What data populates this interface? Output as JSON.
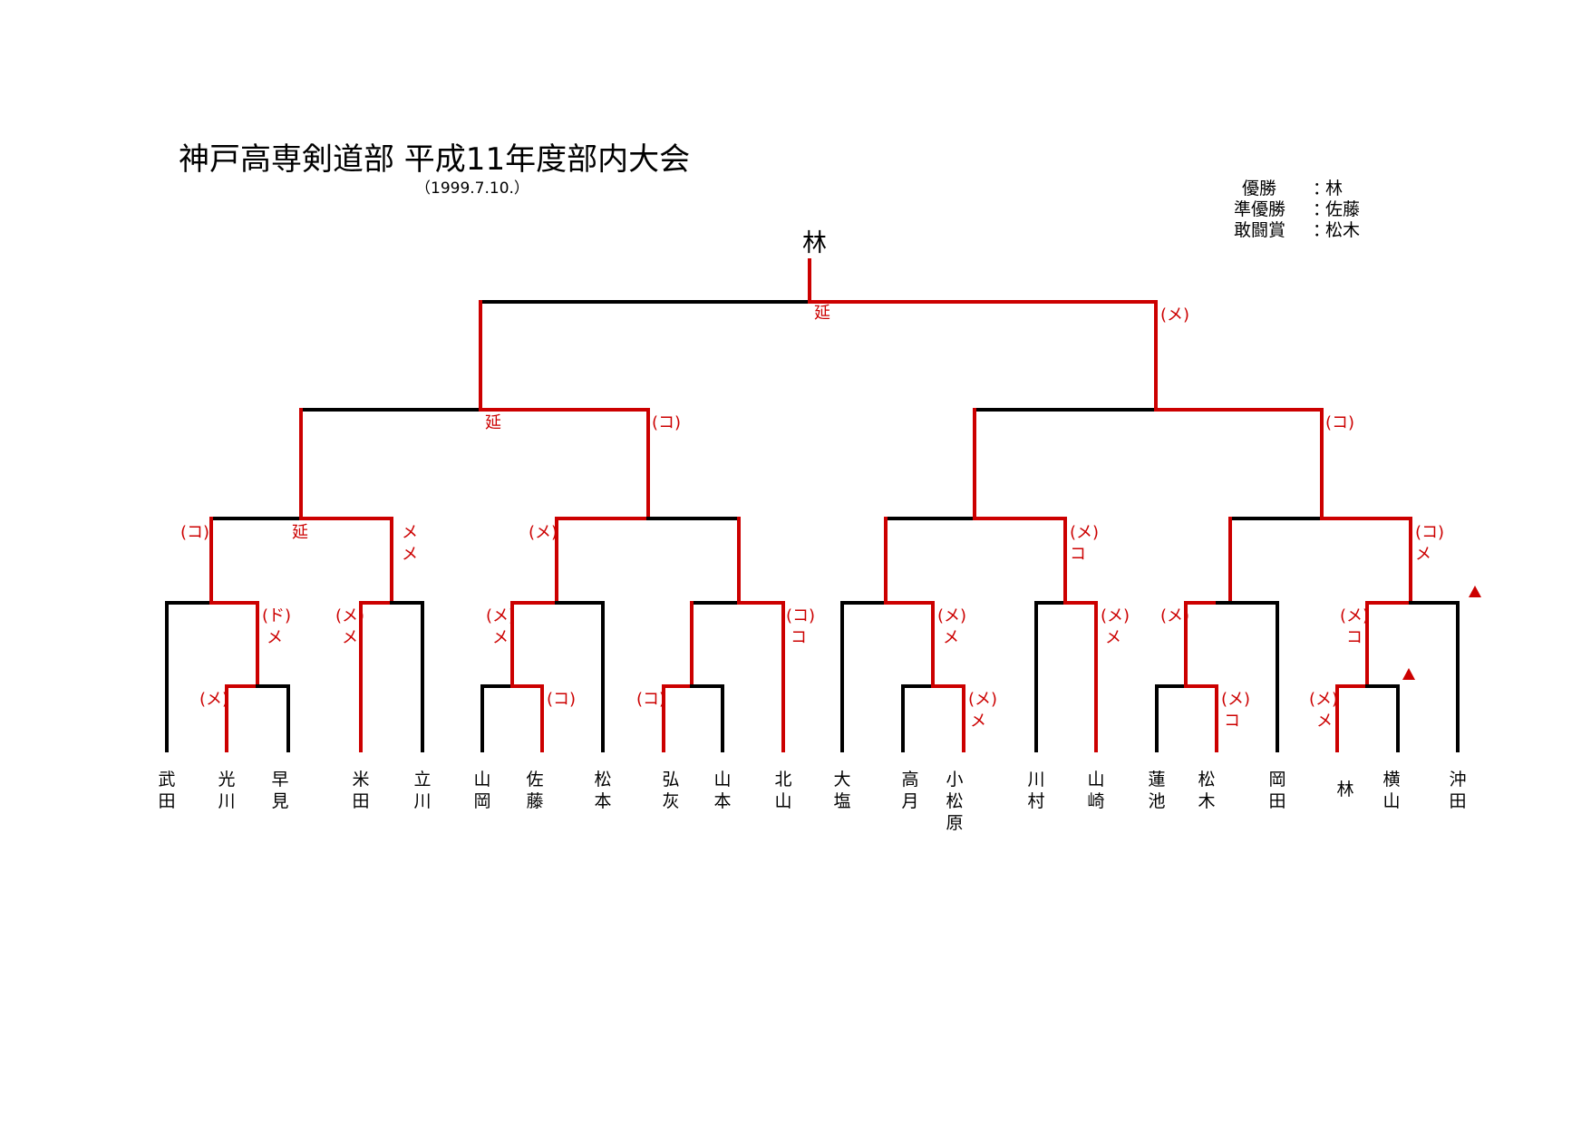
{
  "header": {
    "title": "神戸高専剣道部 平成11年度部内大会",
    "date": "（1999.7.10.）"
  },
  "awards": [
    {
      "label": "優勝",
      "sep": "：",
      "name": "林"
    },
    {
      "label": "準優勝",
      "sep": "：",
      "name": "佐藤"
    },
    {
      "label": "敢闘賞",
      "sep": "：",
      "name": "松木"
    }
  ],
  "champion": "林",
  "players": [
    "武田",
    "光川",
    "早見",
    "米田",
    "立川",
    "山岡",
    "佐藤",
    "松本",
    "弘灰",
    "山本",
    "北山",
    "大塩",
    "高月",
    "小松原",
    "川村",
    "山崎",
    "蓮池",
    "松木",
    "岡田",
    "林",
    "横山",
    "沖田"
  ],
  "scores": {
    "final": "延",
    "final_r": "(メ)",
    "sf1": "延",
    "sf1_r": "(コ)",
    "qf1_l": "(コ)",
    "qf1_c": "延",
    "qf1_r": "メ",
    "qf1_r2": "メ",
    "qf2_l": "(メ)",
    "qf3_r": "(メ)",
    "qf3_r2": "コ",
    "sf2_r": "(コ)",
    "qf4_r": "(コ)",
    "qf4_r2": "メ",
    "r1_a1": "(ド)",
    "r1_a2": "メ",
    "r1_b1": "(メ)",
    "r1_b2": "メ",
    "r1_c1": "(メ)",
    "r1_c2": "メ",
    "r1_d1": "(コ)",
    "r1_d2": "コ",
    "r1_e1": "(メ)",
    "r1_e2": "メ",
    "r1_f1": "(メ)",
    "r1_f2": "メ",
    "r1_g1": "(メ)",
    "r1_h1": "(メ)",
    "r1_h2": "コ",
    "r0_a": "(メ)",
    "r0_b": "(コ)",
    "r0_c": "(コ)",
    "r0_d1": "(メ)",
    "r0_d2": "メ",
    "r0_e1": "(メ)",
    "r0_e2": "コ",
    "r0_f1": "(メ)",
    "r0_f2": "メ"
  },
  "colors": {
    "winner": "#cc0000",
    "loser": "#000000",
    "flag": "#cc0000"
  }
}
